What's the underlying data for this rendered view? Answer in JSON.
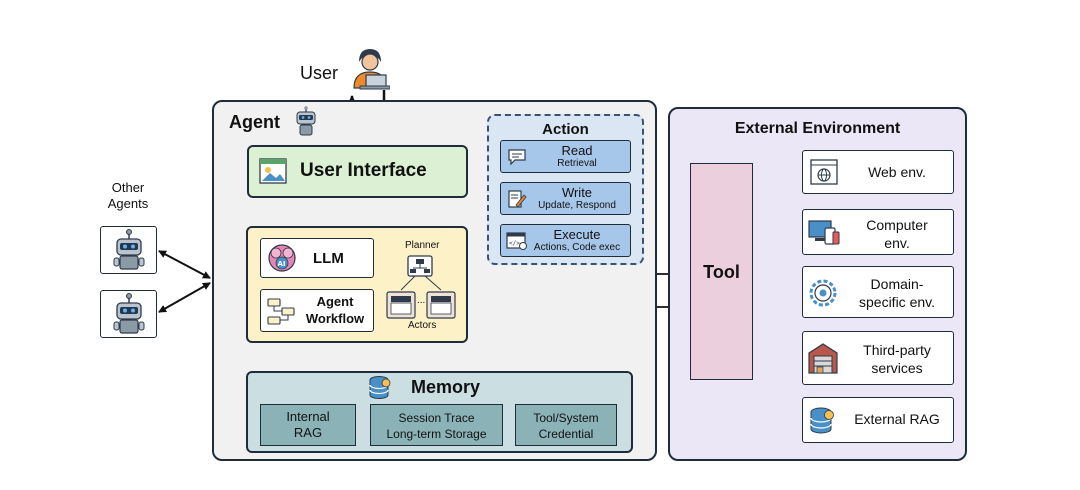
{
  "user": {
    "label": "User"
  },
  "other_agents": {
    "label_line1": "Other",
    "label_line2": "Agents"
  },
  "agent": {
    "title": "Agent",
    "user_interface": "User Interface",
    "llm": "LLM",
    "workflow_line1": "Agent",
    "workflow_line2": "Workflow",
    "planner": "Planner",
    "actors": "Actors",
    "actors_ellipsis": "..."
  },
  "action": {
    "title": "Action",
    "items": [
      {
        "title": "Read",
        "subtitle": "Retrieval"
      },
      {
        "title": "Write",
        "subtitle": "Update, Respond"
      },
      {
        "title": "Execute",
        "subtitle": "Actions, Code exec"
      }
    ]
  },
  "memory": {
    "title": "Memory",
    "items": [
      {
        "line1": "Internal",
        "line2": "RAG"
      },
      {
        "line1": "Session Trace",
        "line2": "Long-term Storage"
      },
      {
        "line1": "Tool/System",
        "line2": "Credential"
      }
    ]
  },
  "tool": {
    "label": "Tool"
  },
  "external": {
    "title": "External Environment",
    "items": [
      {
        "line1": "Web env.",
        "line2": ""
      },
      {
        "line1": "Computer",
        "line2": "env."
      },
      {
        "line1": "Domain-",
        "line2": "specific env."
      },
      {
        "line1": "Third-party",
        "line2": "services"
      },
      {
        "line1": "External RAG",
        "line2": ""
      }
    ]
  },
  "colors": {
    "outline": "#1f2d3a",
    "agent_bg": "#f1f1f1",
    "env_bg": "#ece7f6",
    "ui_bg": "#dcf1d4",
    "action_bg": "#dbe6f4",
    "action_item": "#a7c7ea",
    "core_bg": "#fdf1c8",
    "memory_bg": "#cbdfe3",
    "memory_item": "#8bb3b7",
    "tool_bg": "#eccfdc"
  },
  "icons": [
    "user-laptop-icon",
    "robot-icon",
    "image-icon",
    "chat-icon",
    "document-pen-icon",
    "code-window-icon",
    "ai-brain-icon",
    "workflow-icon",
    "hierarchy-icon",
    "clapperboard-icon",
    "database-icon",
    "globe-window-icon",
    "devices-icon",
    "gear-icon",
    "warehouse-icon"
  ]
}
